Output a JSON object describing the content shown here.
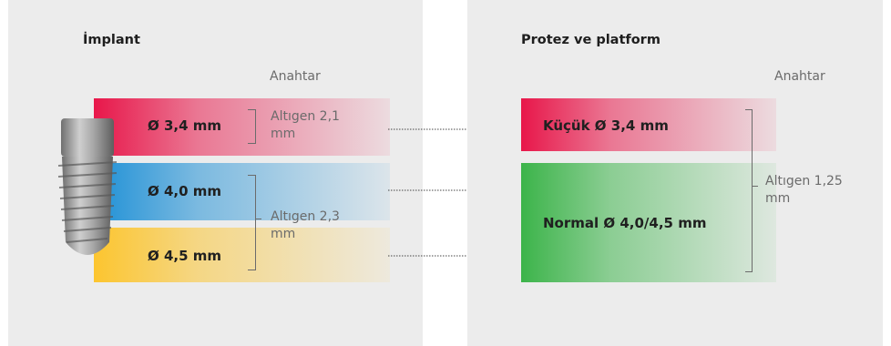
{
  "implant_panel": {
    "title": "İmplant",
    "key_label": "Anahtar",
    "bands": [
      {
        "label": "Ø 3,4 mm",
        "color": "#e8174a"
      },
      {
        "label": "Ø 4,0 mm",
        "color": "#1e90d6"
      },
      {
        "label": "Ø 4,5 mm",
        "color": "#fcc52f"
      }
    ],
    "hex_groups": [
      {
        "text": "Altıgen 2,1 mm"
      },
      {
        "text": "Altıgen 2,3 mm"
      }
    ]
  },
  "prosthesis_panel": {
    "title": "Protez ve platform",
    "key_label": "Anahtar",
    "bands": [
      {
        "label": "Küçük Ø 3,4 mm",
        "color": "#e8174a"
      },
      {
        "label": "Normal Ø 4,0/4,5 mm",
        "color": "#3cb44a"
      }
    ],
    "hex_group": {
      "text": "Altıgen 1,25 mm"
    }
  },
  "colors": {
    "panel_bg": "#ececec",
    "red": "#e8174a",
    "blue": "#1e90d6",
    "yellow": "#fcc52f",
    "green": "#3cb44a"
  },
  "icons": [
    "implant-screw-icon",
    "dotted-arrow-icon"
  ]
}
